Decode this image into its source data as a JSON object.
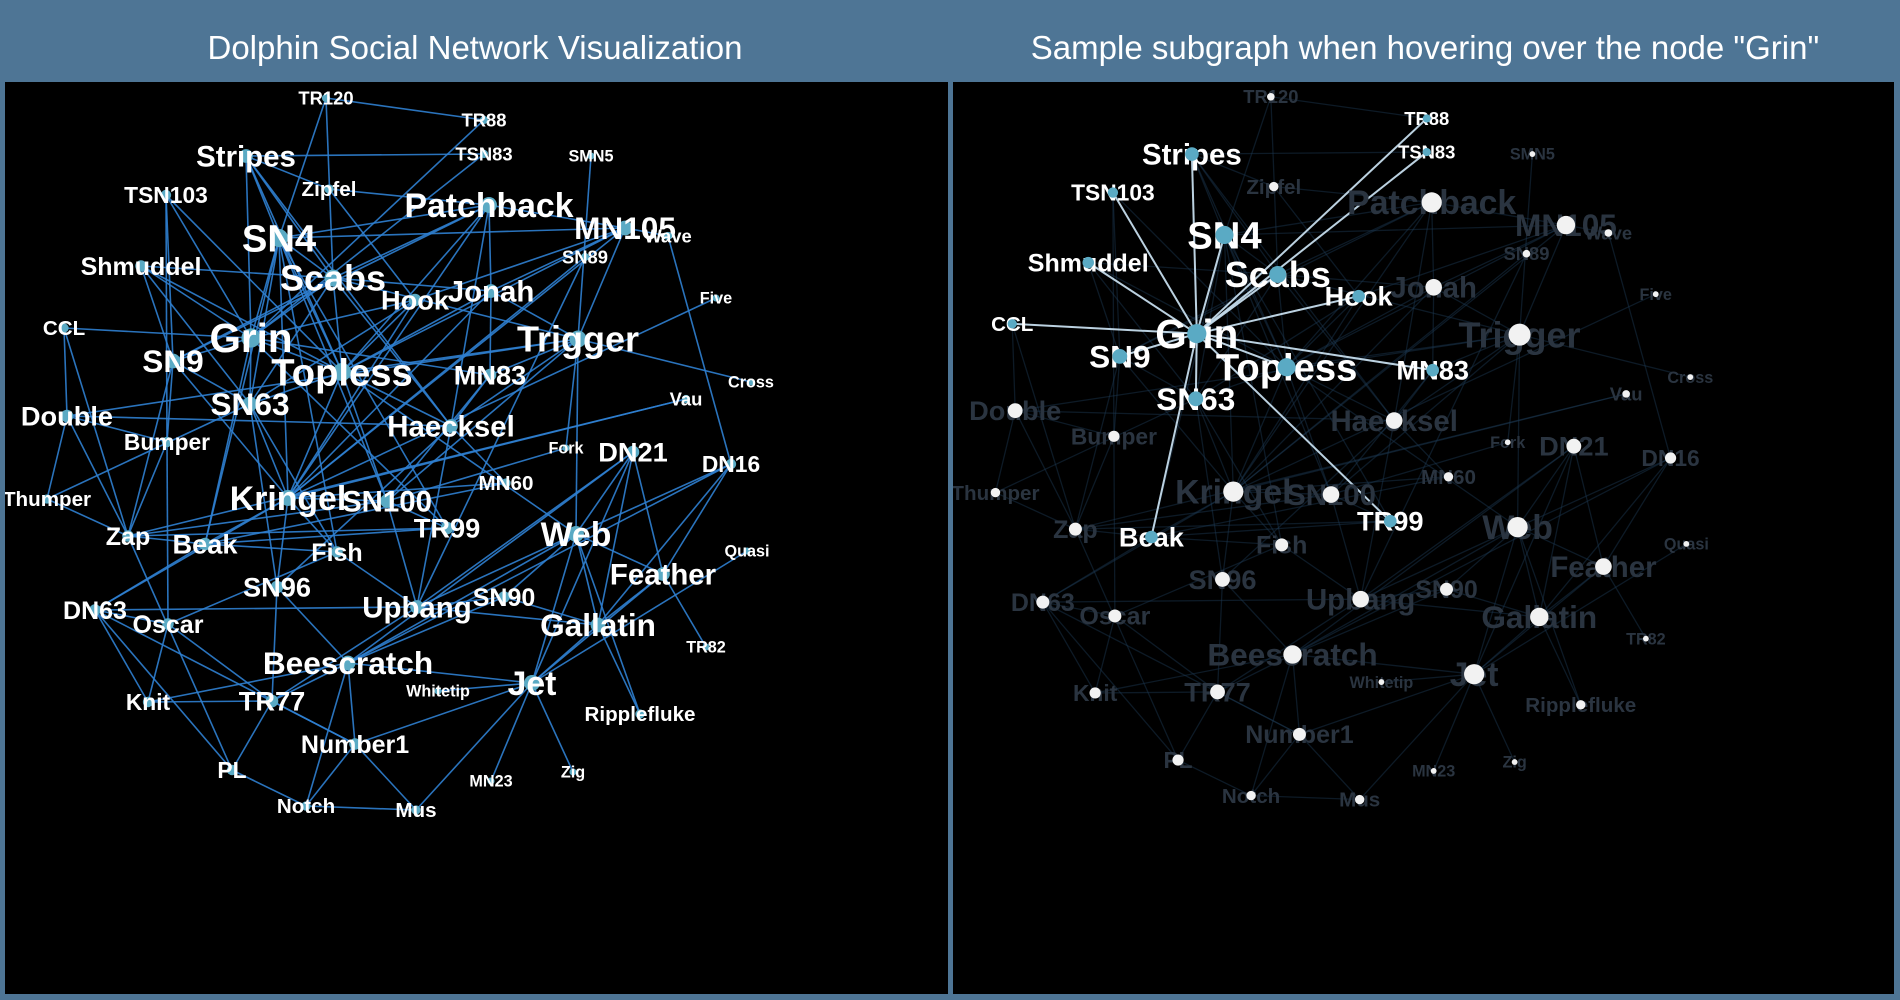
{
  "titles": {
    "left": "Dolphin Social Network Visualization",
    "right": "Sample subgraph when hovering over the node \"Grin\""
  },
  "colors": {
    "header_bg": "#4e7595",
    "panel_bg": "#000000",
    "edge": "#2f7fd0",
    "node": "#5aaac4",
    "label": "#ffffff",
    "highlight_edge": "#c5dcec",
    "dim_label": "#2a3440"
  },
  "hover_node": "Grin",
  "nodes": [
    {
      "name": "TR120",
      "deg": 2
    },
    {
      "name": "TR88",
      "deg": 2
    },
    {
      "name": "Stripes",
      "deg": 7
    },
    {
      "name": "TSN83",
      "deg": 2
    },
    {
      "name": "SMN5",
      "deg": 1
    },
    {
      "name": "TSN103",
      "deg": 4
    },
    {
      "name": "Zipfel",
      "deg": 3
    },
    {
      "name": "Patchback",
      "deg": 9
    },
    {
      "name": "MN105",
      "deg": 8
    },
    {
      "name": "Wave",
      "deg": 2
    },
    {
      "name": "SN4",
      "deg": 11
    },
    {
      "name": "SN89",
      "deg": 2
    },
    {
      "name": "Shmuddel",
      "deg": 5
    },
    {
      "name": "Scabs",
      "deg": 10
    },
    {
      "name": "Hook",
      "deg": 6
    },
    {
      "name": "Jonah",
      "deg": 7
    },
    {
      "name": "Five",
      "deg": 1
    },
    {
      "name": "CCL",
      "deg": 3
    },
    {
      "name": "Grin",
      "deg": 12
    },
    {
      "name": "Trigger",
      "deg": 10
    },
    {
      "name": "SN9",
      "deg": 8
    },
    {
      "name": "Topless",
      "deg": 11
    },
    {
      "name": "MN83",
      "deg": 6
    },
    {
      "name": "Cross",
      "deg": 1
    },
    {
      "name": "Vau",
      "deg": 2
    },
    {
      "name": "SN63",
      "deg": 8
    },
    {
      "name": "Double",
      "deg": 6
    },
    {
      "name": "Haecksel",
      "deg": 7
    },
    {
      "name": "Bumper",
      "deg": 4
    },
    {
      "name": "Fork",
      "deg": 1
    },
    {
      "name": "DN21",
      "deg": 6
    },
    {
      "name": "DN16",
      "deg": 4
    },
    {
      "name": "Thumper",
      "deg": 3
    },
    {
      "name": "MN60",
      "deg": 3
    },
    {
      "name": "Kringel",
      "deg": 9
    },
    {
      "name": "SN100",
      "deg": 7
    },
    {
      "name": "TR99",
      "deg": 6
    },
    {
      "name": "Web",
      "deg": 9
    },
    {
      "name": "Zap",
      "deg": 5
    },
    {
      "name": "Beak",
      "deg": 6
    },
    {
      "name": "Fish",
      "deg": 5
    },
    {
      "name": "Quasi",
      "deg": 1
    },
    {
      "name": "Feather",
      "deg": 7
    },
    {
      "name": "SN96",
      "deg": 6
    },
    {
      "name": "SN90",
      "deg": 5
    },
    {
      "name": "Upbang",
      "deg": 7
    },
    {
      "name": "DN63",
      "deg": 5
    },
    {
      "name": "Oscar",
      "deg": 5
    },
    {
      "name": "Gallatin",
      "deg": 8
    },
    {
      "name": "TR82",
      "deg": 1
    },
    {
      "name": "Beescratch",
      "deg": 8
    },
    {
      "name": "Jet",
      "deg": 9
    },
    {
      "name": "Whitetip",
      "deg": 1
    },
    {
      "name": "Knit",
      "deg": 4
    },
    {
      "name": "TR77",
      "deg": 6
    },
    {
      "name": "Ripplefluke",
      "deg": 3
    },
    {
      "name": "Number1",
      "deg": 5
    },
    {
      "name": "PL",
      "deg": 4
    },
    {
      "name": "Zig",
      "deg": 1
    },
    {
      "name": "MN23",
      "deg": 1
    },
    {
      "name": "Notch",
      "deg": 3
    },
    {
      "name": "Mus",
      "deg": 3
    }
  ],
  "edges": [
    [
      "TR120",
      "TR88"
    ],
    [
      "TR120",
      "SN4"
    ],
    [
      "TR120",
      "Scabs"
    ],
    [
      "TR88",
      "Grin"
    ],
    [
      "Stripes",
      "Zipfel"
    ],
    [
      "Stripes",
      "SN4"
    ],
    [
      "Stripes",
      "Scabs"
    ],
    [
      "Stripes",
      "Grin"
    ],
    [
      "Stripes",
      "Topless"
    ],
    [
      "Stripes",
      "TSN83"
    ],
    [
      "Stripes",
      "Haecksel"
    ],
    [
      "TSN83",
      "Grin"
    ],
    [
      "SMN5",
      "Trigger"
    ],
    [
      "TSN103",
      "Grin"
    ],
    [
      "TSN103",
      "SN9"
    ],
    [
      "TSN103",
      "Topless"
    ],
    [
      "TSN103",
      "Bumper"
    ],
    [
      "Zipfel",
      "Patchback"
    ],
    [
      "Zipfel",
      "Hook"
    ],
    [
      "Patchback",
      "MN105"
    ],
    [
      "Patchback",
      "Jonah"
    ],
    [
      "Patchback",
      "Topless"
    ],
    [
      "Patchback",
      "SN9"
    ],
    [
      "Patchback",
      "Kringel"
    ],
    [
      "Patchback",
      "Haecksel"
    ],
    [
      "Patchback",
      "Scabs"
    ],
    [
      "Patchback",
      "SN4"
    ],
    [
      "MN105",
      "Jonah"
    ],
    [
      "MN105",
      "Wave"
    ],
    [
      "MN105",
      "Trigger"
    ],
    [
      "MN105",
      "SN4"
    ],
    [
      "MN105",
      "Topless"
    ],
    [
      "MN105",
      "Kringel"
    ],
    [
      "MN105",
      "Hook"
    ],
    [
      "Wave",
      "DN16"
    ],
    [
      "SN4",
      "Scabs"
    ],
    [
      "SN4",
      "Grin"
    ],
    [
      "SN4",
      "Topless"
    ],
    [
      "SN4",
      "SN63"
    ],
    [
      "SN4",
      "Kringel"
    ],
    [
      "SN4",
      "SN100"
    ],
    [
      "SN4",
      "TR99"
    ],
    [
      "SN4",
      "Beak"
    ],
    [
      "SN4",
      "Fish"
    ],
    [
      "SN89",
      "Upbang"
    ],
    [
      "SN89",
      "Kringel"
    ],
    [
      "Shmuddel",
      "Grin"
    ],
    [
      "Shmuddel",
      "SN63"
    ],
    [
      "Shmuddel",
      "SN9"
    ],
    [
      "Shmuddel",
      "Topless"
    ],
    [
      "Shmuddel",
      "Scabs"
    ],
    [
      "Scabs",
      "Grin"
    ],
    [
      "Scabs",
      "Topless"
    ],
    [
      "Scabs",
      "SN63"
    ],
    [
      "Scabs",
      "Trigger"
    ],
    [
      "Scabs",
      "Haecksel"
    ],
    [
      "Scabs",
      "Jonah"
    ],
    [
      "Scabs",
      "SN9"
    ],
    [
      "Hook",
      "Grin"
    ],
    [
      "Hook",
      "Topless"
    ],
    [
      "Hook",
      "SN63"
    ],
    [
      "Hook",
      "Kringel"
    ],
    [
      "Jonah",
      "MN83"
    ],
    [
      "Jonah",
      "Topless"
    ],
    [
      "Jonah",
      "Trigger"
    ],
    [
      "Jonah",
      "Kringel"
    ],
    [
      "Five",
      "Kringel"
    ],
    [
      "CCL",
      "Grin"
    ],
    [
      "CCL",
      "Double"
    ],
    [
      "CCL",
      "Zap"
    ],
    [
      "Grin",
      "SN9"
    ],
    [
      "Grin",
      "SN63"
    ],
    [
      "Grin",
      "Topless"
    ],
    [
      "Grin",
      "MN83"
    ],
    [
      "Grin",
      "TR99"
    ],
    [
      "Grin",
      "Beak"
    ],
    [
      "Trigger",
      "MN83"
    ],
    [
      "Trigger",
      "Topless"
    ],
    [
      "Trigger",
      "Web"
    ],
    [
      "Trigger",
      "SN100"
    ],
    [
      "Trigger",
      "Haecksel"
    ],
    [
      "Trigger",
      "Cross"
    ],
    [
      "Trigger",
      "Fork"
    ],
    [
      "Trigger",
      "Double"
    ],
    [
      "SN9",
      "SN63"
    ],
    [
      "SN9",
      "Bumper"
    ],
    [
      "SN9",
      "Zap"
    ],
    [
      "SN9",
      "Kringel"
    ],
    [
      "Topless",
      "SN63"
    ],
    [
      "Topless",
      "Haecksel"
    ],
    [
      "Topless",
      "SN100"
    ],
    [
      "Topless",
      "Kringel"
    ],
    [
      "Topless",
      "Web"
    ],
    [
      "MN83",
      "Haecksel"
    ],
    [
      "MN83",
      "SN100"
    ],
    [
      "Vau",
      "Kringel"
    ],
    [
      "Vau",
      "Zap"
    ],
    [
      "SN63",
      "Kringel"
    ],
    [
      "SN63",
      "Fish"
    ],
    [
      "SN63",
      "SN96"
    ],
    [
      "SN63",
      "Thumper"
    ],
    [
      "Double",
      "Thumper"
    ],
    [
      "Double",
      "Zap"
    ],
    [
      "Double",
      "Bumper"
    ],
    [
      "Double",
      "Haecksel"
    ],
    [
      "Haecksel",
      "Upbang"
    ],
    [
      "Haecksel",
      "SN96"
    ],
    [
      "Haecksel",
      "MN60"
    ],
    [
      "Bumper",
      "Zap"
    ],
    [
      "Bumper",
      "Oscar"
    ],
    [
      "Fork",
      "SN100"
    ],
    [
      "DN21",
      "Web"
    ],
    [
      "DN21",
      "Upbang"
    ],
    [
      "DN21",
      "Gallatin"
    ],
    [
      "DN21",
      "Jet"
    ],
    [
      "DN21",
      "Feather"
    ],
    [
      "DN21",
      "Beescratch"
    ],
    [
      "DN16",
      "Web"
    ],
    [
      "DN16",
      "Gallatin"
    ],
    [
      "DN16",
      "Beescratch"
    ],
    [
      "DN16",
      "Feather"
    ],
    [
      "Thumper",
      "Zap"
    ],
    [
      "MN60",
      "Kringel"
    ],
    [
      "MN60",
      "Beak"
    ],
    [
      "Kringel",
      "SN100"
    ],
    [
      "Kringel",
      "Fish"
    ],
    [
      "Kringel",
      "Beak"
    ],
    [
      "Kringel",
      "SN96"
    ],
    [
      "Kringel",
      "DN63"
    ],
    [
      "SN100",
      "TR99"
    ],
    [
      "SN100",
      "Zap"
    ],
    [
      "SN100",
      "Upbang"
    ],
    [
      "TR99",
      "Beak"
    ],
    [
      "TR99",
      "Zap"
    ],
    [
      "Web",
      "Gallatin"
    ],
    [
      "Web",
      "Jet"
    ],
    [
      "Web",
      "Beescratch"
    ],
    [
      "Web",
      "Upbang"
    ],
    [
      "Web",
      "Feather"
    ],
    [
      "Web",
      "SN90"
    ],
    [
      "Web",
      "Ripplefluke"
    ],
    [
      "Zap",
      "PL"
    ],
    [
      "Zap",
      "Beak"
    ],
    [
      "Beak",
      "Fish"
    ],
    [
      "Beak",
      "DN63"
    ],
    [
      "Fish",
      "Upbang"
    ],
    [
      "Fish",
      "Oscar"
    ],
    [
      "Quasi",
      "Jet"
    ],
    [
      "Feather",
      "Gallatin"
    ],
    [
      "Feather",
      "TR82"
    ],
    [
      "Feather",
      "Jet"
    ],
    [
      "SN96",
      "TR77"
    ],
    [
      "SN96",
      "Beescratch"
    ],
    [
      "SN90",
      "Beescratch"
    ],
    [
      "SN90",
      "Upbang"
    ],
    [
      "SN90",
      "Gallatin"
    ],
    [
      "Upbang",
      "Gallatin"
    ],
    [
      "Upbang",
      "DN63"
    ],
    [
      "Upbang",
      "TR77"
    ],
    [
      "DN63",
      "Knit"
    ],
    [
      "DN63",
      "PL"
    ],
    [
      "DN63",
      "Oscar"
    ],
    [
      "DN63",
      "Number1"
    ],
    [
      "Oscar",
      "TR77"
    ],
    [
      "Oscar",
      "Knit"
    ],
    [
      "Gallatin",
      "Jet"
    ],
    [
      "Gallatin",
      "Ripplefluke"
    ],
    [
      "Beescratch",
      "Jet"
    ],
    [
      "Beescratch",
      "TR77"
    ],
    [
      "Beescratch",
      "Number1"
    ],
    [
      "Beescratch",
      "Knit"
    ],
    [
      "Beescratch",
      "Notch"
    ],
    [
      "Jet",
      "Whitetip"
    ],
    [
      "Jet",
      "Number1"
    ],
    [
      "Jet",
      "Mus"
    ],
    [
      "Jet",
      "Zig"
    ],
    [
      "Knit",
      "TR77"
    ],
    [
      "TR77",
      "PL"
    ],
    [
      "TR77",
      "Number1"
    ],
    [
      "Number1",
      "Notch"
    ],
    [
      "Number1",
      "Mus"
    ],
    [
      "PL",
      "Notch"
    ],
    [
      "MN23",
      "Jet"
    ],
    [
      "Notch",
      "Mus"
    ]
  ]
}
